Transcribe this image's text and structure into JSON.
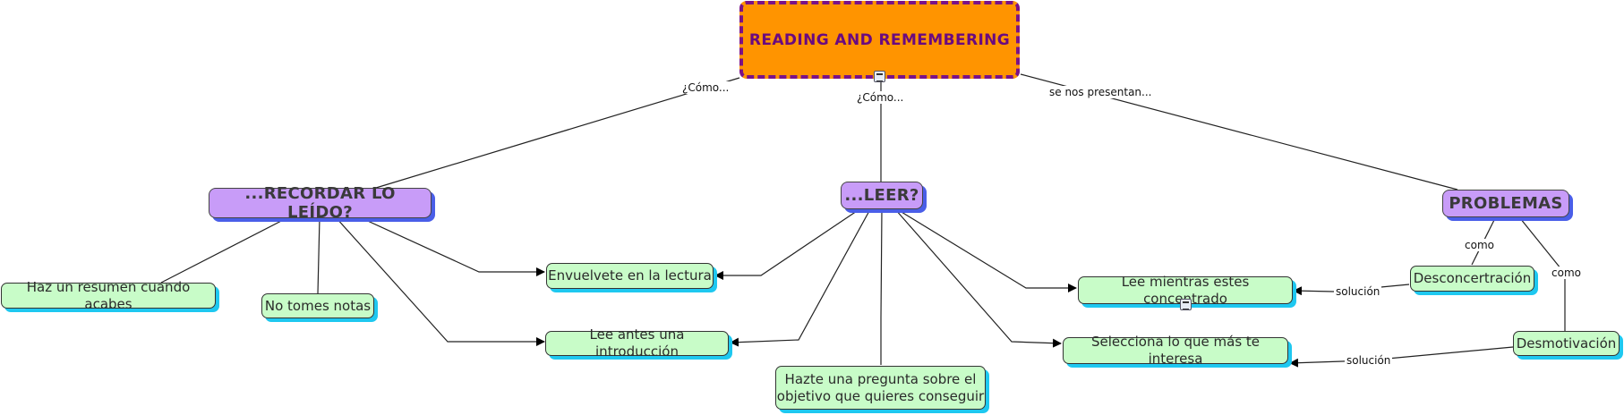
{
  "map": {
    "root": {
      "title": "READING AND REMEMBERING"
    },
    "nodes": {
      "recordar": "...RECORDAR LO LEÍDO?",
      "leer": "...LEER?",
      "problemas": "PROBLEMAS",
      "resumen": "Haz un resumen cuando acabes",
      "notas": "No tomes notas",
      "envuelvete": "Envuelvete en la lectura",
      "introduccion": "Lee antes una introducción",
      "pregunta_line1": "Hazte una pregunta sobre el",
      "pregunta_line2": "objetivo que quieres conseguir",
      "concentrado": "Lee mientras estes concentrado",
      "selecciona": "Selecciona lo que más te interesa",
      "desconcertracion": "Desconcertración",
      "desmotivacion": "Desmotivación"
    },
    "link_labels": {
      "como_left": "¿Cómo...",
      "como_center": "¿Cómo...",
      "presentan": "se nos presentan...",
      "como_1": "como",
      "como_2": "como",
      "solucion_1": "solución",
      "solucion_2": "solución"
    },
    "note_icons": [
      "note-icon",
      "note-icon"
    ],
    "colors": {
      "root_fill": "#ff9400",
      "root_border": "#7a1288",
      "mid_fill": "#c89cf8",
      "leaf_fill": "#c8fcc8",
      "leaf_shadow": "#1ec8f0",
      "mid_shadow": "#4a5ee8"
    }
  }
}
